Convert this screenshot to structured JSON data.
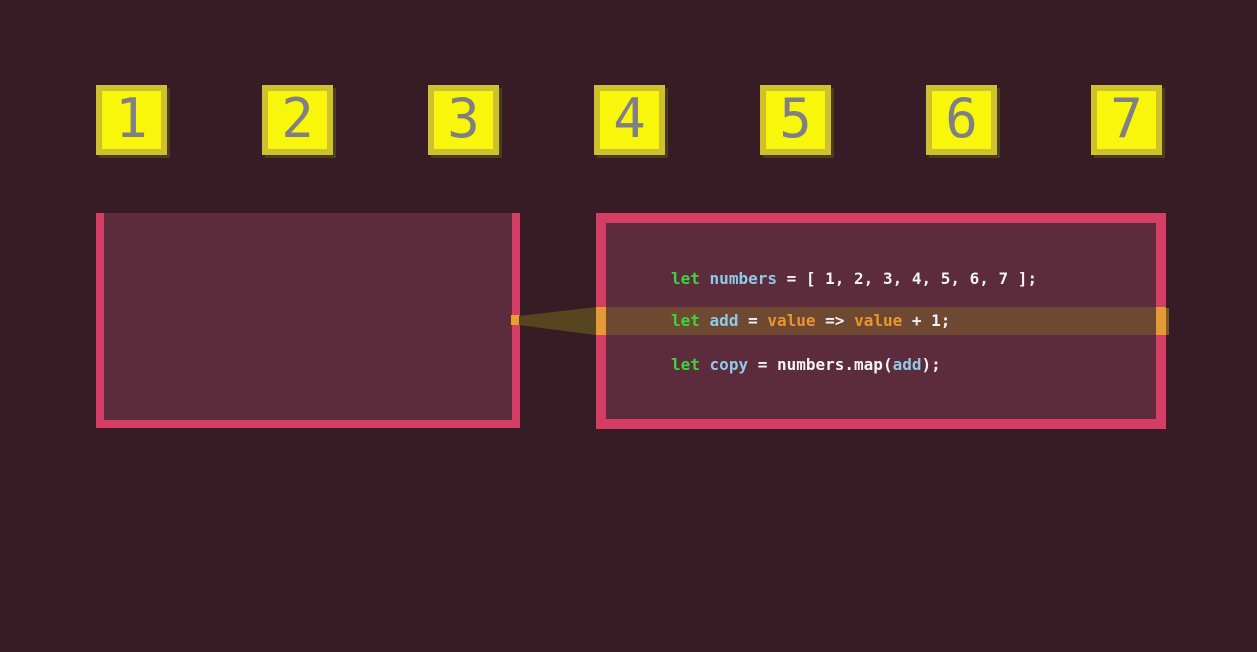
{
  "scene": {
    "description": "array map code visualization frame"
  },
  "squares": {
    "items": [
      {
        "label": "1"
      },
      {
        "label": "2"
      },
      {
        "label": "3"
      },
      {
        "label": "4"
      },
      {
        "label": "5"
      },
      {
        "label": "6"
      },
      {
        "label": "7"
      }
    ]
  },
  "code_panel": {
    "lines": [
      {
        "highlighted": false,
        "tokens": [
          {
            "text": "let",
            "type": "keyword"
          },
          {
            "text": " ",
            "type": "plain"
          },
          {
            "text": "numbers",
            "type": "variable"
          },
          {
            "text": " = [ 1, 2, 3, 4, 5, 6, 7 ];",
            "type": "plain"
          }
        ]
      },
      {
        "highlighted": true,
        "tokens": [
          {
            "text": "let",
            "type": "keyword"
          },
          {
            "text": " ",
            "type": "plain"
          },
          {
            "text": "add",
            "type": "variable"
          },
          {
            "text": " = ",
            "type": "plain"
          },
          {
            "text": "value",
            "type": "parameter"
          },
          {
            "text": " => ",
            "type": "plain"
          },
          {
            "text": "value",
            "type": "parameter"
          },
          {
            "text": " + 1;",
            "type": "plain"
          }
        ]
      },
      {
        "highlighted": false,
        "tokens": [
          {
            "text": "let",
            "type": "keyword"
          },
          {
            "text": " ",
            "type": "plain"
          },
          {
            "text": "copy",
            "type": "variable"
          },
          {
            "text": " = numbers.map(",
            "type": "plain"
          },
          {
            "text": "add",
            "type": "variable"
          },
          {
            "text": ");",
            "type": "plain"
          }
        ]
      }
    ]
  },
  "colors": {
    "background": "#381c25",
    "panel_fill": "#5c2c3c",
    "panel_border": "#d53e64",
    "square_fill": "#f8f70b",
    "square_border": "#cfc02e",
    "square_number": "#7f7f85",
    "code_keyword": "#3cd43c",
    "code_variable": "#8fc9e9",
    "code_parameter": "#e8962e",
    "code_plain": "#f4f2f4",
    "highlight_row": "#6f4832",
    "beam": "#574520",
    "beam_cap": "#e59a38"
  }
}
